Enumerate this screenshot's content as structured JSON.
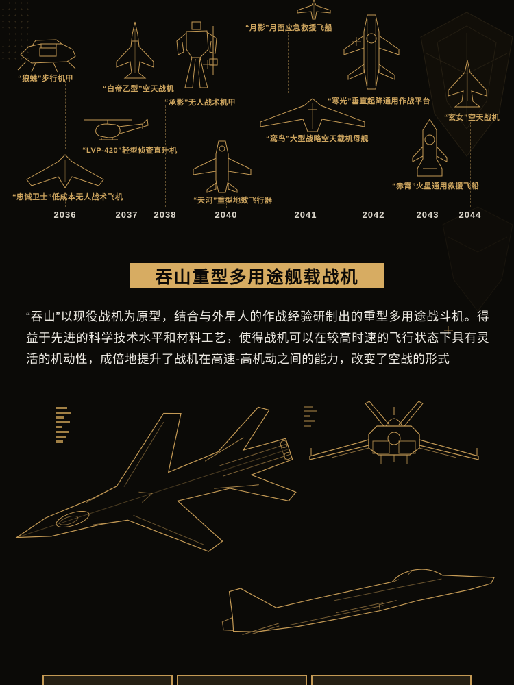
{
  "theme": {
    "background": "#0b0a07",
    "accent_gold": "#c49a55",
    "banner_gold": "#d7ac62",
    "label_gold": "#cda55f",
    "body_text": "#ebe8e1",
    "year_text": "#dbd6cb"
  },
  "timeline": {
    "items": [
      {
        "id": "wolf-spider",
        "label": "“狼蛛”步行机甲"
      },
      {
        "id": "baidi",
        "label": "“白帝乙型”空天战机"
      },
      {
        "id": "chengying",
        "label": "“承影”无人战术机甲"
      },
      {
        "id": "yueying",
        "label": "“月影”月面应急救援飞船"
      },
      {
        "id": "hanguang",
        "label": "“寒光”垂直起降通用作战平台"
      },
      {
        "id": "xuannv",
        "label": "“玄女”空天战机"
      },
      {
        "id": "lvp420",
        "label": "“LVP-420”轻型侦查直升机"
      },
      {
        "id": "luanniao",
        "label": "“鸾鸟”大型战略空天载机母舰"
      },
      {
        "id": "zhongcheng-weishi",
        "label": "“忠诚卫士”低成本无人战术飞机"
      },
      {
        "id": "tianhe",
        "label": "“天河”重型地效飞行器"
      },
      {
        "id": "chixiao",
        "label": "“赤霄”火星通用救援飞船"
      }
    ],
    "years": [
      "2036",
      "2037",
      "2038",
      "2040",
      "2041",
      "2042",
      "2043",
      "2044"
    ]
  },
  "feature": {
    "title": "吞山重型多用途舰载战机",
    "description": "“吞山”以现役战机为原型，结合与外星人的作战经验研制出的重型多用途战斗机。得益于先进的科学技术水平和材料工艺，使得战机可以在较高时速的飞行状态下具有灵活的机动性，成倍地提升了战机在高速-高机动之间的能力，改变了空战的形式"
  }
}
